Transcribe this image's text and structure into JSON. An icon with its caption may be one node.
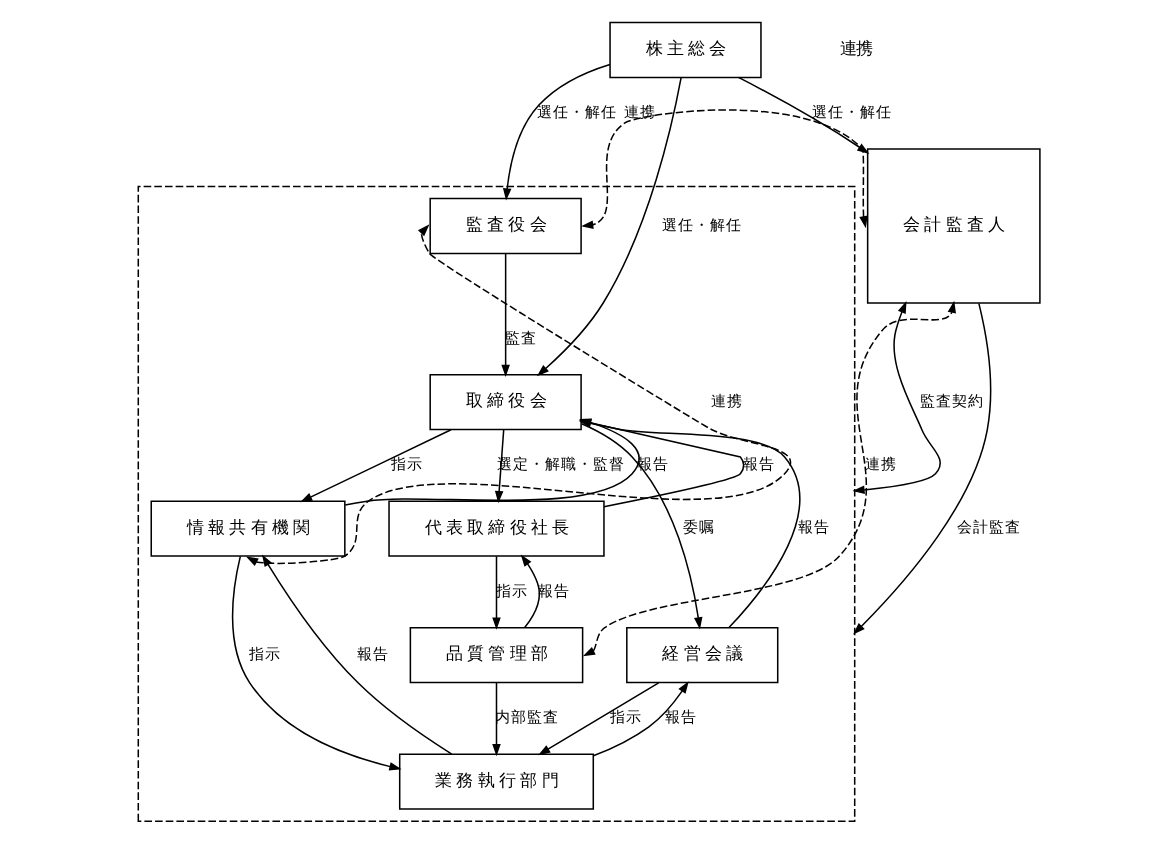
{
  "diagram": {
    "nodes": [
      {
        "text": [
          "株 主 総 会"
        ]
      },
      {
        "text": [],
        "shape": "box"
      },
      {
        "text": [
          "監 査 役 会"
        ],
        "in": 1
      },
      {
        "text": [
          "取 締 役 会"
        ],
        "in": 1
      },
      {
        "text": [
          "情 報 共 有 機 関"
        ],
        "in": 1
      },
      {
        "text": [
          "代 表 取 締 役 社 長"
        ],
        "in": 1
      },
      {
        "text": [
          "経 営 会 議"
        ],
        "in": 1
      },
      {
        "text": [
          "品 質 管 理 部"
        ],
        "in": 1
      },
      {
        "text": [
          "業 務 執 行 部 門"
        ],
        "in": 1
      },
      {
        "text": [
          "会 計 監 査 人"
        ]
      }
    ],
    "edges": [
      {
        "from": 0,
        "to": 3,
        "arrow": "to",
        "label": "選任・解任"
      },
      {
        "from": 0,
        "to": 2,
        "arrow": "to",
        "label": "選任・解任"
      },
      {
        "from": 0,
        "to": 9,
        "arrow": "to",
        "label": "選任・解任"
      },
      {
        "from": 2,
        "to": 3,
        "arrow": "to",
        "label": "監査"
      },
      {
        "from": 9,
        "to": 2,
        "arrow": "both",
        "label": "連携",
        "style": "dashed"
      },
      {
        "from": 3,
        "to": 4,
        "arrow": "to",
        "label": "指示"
      },
      {
        "from": 4,
        "to": 3,
        "arrow": "to",
        "label": "報告"
      },
      {
        "from": 5,
        "to": 3,
        "arrow": "to",
        "label": "報告"
      },
      {
        "from": 3,
        "to": 5,
        "arrow": "to",
        "label": "選定・解職・監督"
      },
      {
        "from": 3,
        "to": 6,
        "arrow": "to",
        "label": "委嘱"
      },
      {
        "from": 6,
        "to": 3,
        "arrow": "to",
        "label": "報告"
      },
      {
        "from": 5,
        "to": 7,
        "arrow": "to",
        "label": "指示"
      },
      {
        "from": 7,
        "to": 5,
        "arrow": "to",
        "label": "報告"
      },
      {
        "from": 4,
        "to": 8,
        "arrow": "to",
        "label": "指示"
      },
      {
        "from": 8,
        "to": 4,
        "arrow": "to",
        "label": "報告"
      },
      {
        "from": 6,
        "to": 8,
        "arrow": "to",
        "label": "指示"
      },
      {
        "from": 8,
        "to": 6,
        "arrow": "to",
        "label": "報告"
      },
      {
        "from": 7,
        "to": 8,
        "arrow": "to",
        "label": "内部監査"
      },
      {
        "from": 4,
        "to": 2,
        "arrow": "both",
        "label": "連携",
        "style": "dashed"
      },
      {
        "from": 7,
        "to": 9,
        "arrow": "both",
        "label": "連携",
        "style": "dashed"
      },
      {
        "from": 9,
        "to": 1,
        "arrow": "both",
        "label": "監査契約"
      },
      {
        "from": 9,
        "to": 1,
        "arrow": "to",
        "label": "会計監査"
      }
    ],
    "labels": [
      "連携"
    ]
  }
}
